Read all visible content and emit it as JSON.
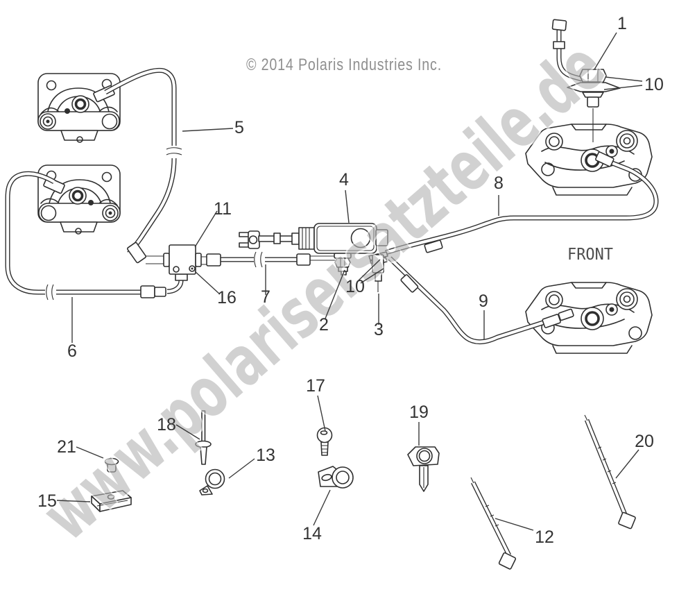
{
  "copyright": "© 2014 Polaris Industries Inc.",
  "front_label": "FRONT",
  "watermark": {
    "text": "www.polarisersatzteile.de"
  },
  "colors": {
    "line_art": "#2f2f2f",
    "callout_text": "#333333",
    "copyright_text": "#8f8f8f",
    "front_text": "#4d4d4d",
    "watermark_fill": "#b3b3b3",
    "watermark_halo": "#ffffff",
    "background": "#ffffff"
  },
  "callouts": [
    {
      "label": "1"
    },
    {
      "label": "10"
    },
    {
      "label": "5"
    },
    {
      "label": "4"
    },
    {
      "label": "11"
    },
    {
      "label": "8"
    },
    {
      "label": "16"
    },
    {
      "label": "7"
    },
    {
      "label": "2"
    },
    {
      "label": "10"
    },
    {
      "label": "3"
    },
    {
      "label": "9"
    },
    {
      "label": "6"
    },
    {
      "label": "17"
    },
    {
      "label": "19"
    },
    {
      "label": "18"
    },
    {
      "label": "21"
    },
    {
      "label": "13"
    },
    {
      "label": "20"
    },
    {
      "label": "15"
    },
    {
      "label": "14"
    },
    {
      "label": "12"
    }
  ]
}
